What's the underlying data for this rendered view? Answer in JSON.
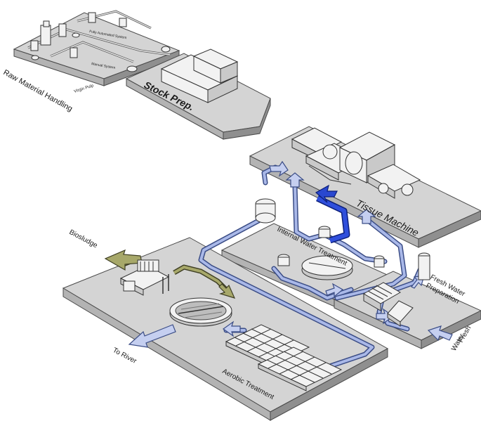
{
  "labels": {
    "raw_material_handling": "Raw Material Handling",
    "virgin_pulp": "Virgin Pulp",
    "fully_automated_system": "Fully Automated System",
    "manual_system": "Manual System",
    "stock_prep": "Stock Prep.",
    "tissue_machine": "Tissue Machine",
    "internal_water_treatment": "Internal Water Treatment",
    "fresh_water_preparation_line1": "Fresh Water",
    "fresh_water_preparation_line2": "Preparation",
    "fresh_water_line1": "Fresh",
    "fresh_water_line2": "Water",
    "biosludge": "Biosludge",
    "to_river": "To River",
    "aerobic_treatment": "Aerobic Treatment"
  },
  "colors": {
    "water_pipe": "#a9b8e8",
    "water_pipe_outline": "#3b4d86",
    "process_water": "#2f4fdc",
    "sludge": "#a7a86a",
    "platform_top": "#d4d4d4",
    "platform_side": "#8f8f8f"
  }
}
